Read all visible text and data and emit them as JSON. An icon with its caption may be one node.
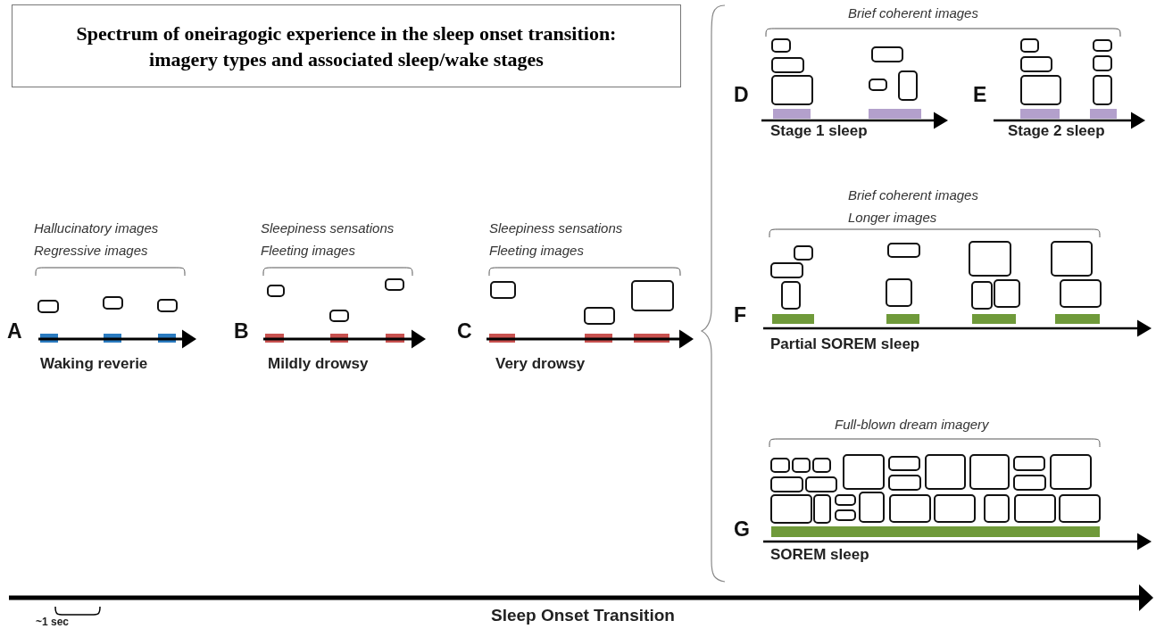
{
  "diagram": {
    "title": "Spectrum of oneiragogic experience in the sleep onset transition: imagery types and associated sleep/wake stages",
    "labels": [
      "Brief coherent images",
      "D",
      "Stage 1 sleep",
      "E",
      "Stage 2 sleep",
      "Brief coherent images",
      "Longer images",
      "Hallucinatory images",
      "Regressive images",
      "Sleepiness sensations",
      "Fleeting images",
      "Sleepiness sensations",
      "Fleeting images",
      "A",
      "Waking reverie",
      "B",
      "Mildly drowsy",
      "C",
      "Very drowsy",
      "F",
      "Partial SOREM sleep",
      "Full-blown dream imagery",
      "G",
      "SOREM sleep",
      "~1 sec",
      "Sleep Onset Transition"
    ]
  }
}
